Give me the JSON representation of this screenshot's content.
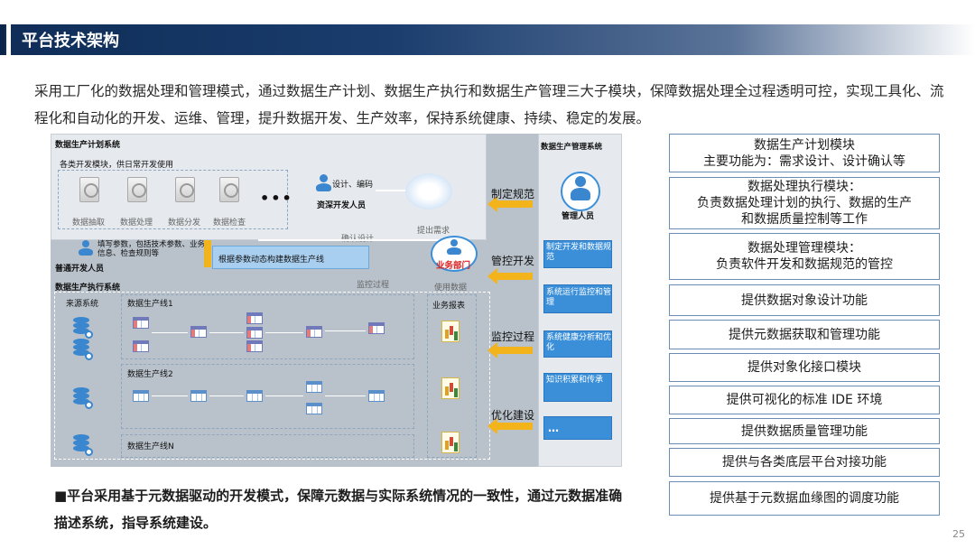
{
  "header": {
    "title": "平台技术架构"
  },
  "intro": "采用工厂化的数据处理和管理模式，通过数据生产计划、数据生产执行和数据生产管理三大子模块，保障数据处理全过程透明可控，实现工具化、流程化和自动化的开发、运维、管理，提升数据开发、生产效率，保持系统健康、持续、稳定的发展。",
  "diagram": {
    "plan_system": "数据生产计划系统",
    "dev_modules_caption": "各类开发模块，供日常开发使用",
    "tools": [
      "数据抽取",
      "数据处理",
      "数据分发",
      "数据检查"
    ],
    "senior_action": "设计、编码",
    "senior_dev": "资深开发人员",
    "propose_req": "提出需求",
    "confirm_design": "确认设计",
    "normal_action": "填写参数，包括技术参数、业务信息、检查规则等",
    "normal_dev": "普通开发人员",
    "build_line": "根据参数动态构建数据生产线",
    "biz_dept": "业务部门",
    "monitor_process": "监控过程",
    "use_data": "使用数据",
    "exec_system": "数据生产执行系统",
    "source_system": "来源系统",
    "lines": [
      "数据生产线1",
      "数据生产线2",
      "数据生产线N"
    ],
    "biz_report": "业务报表",
    "mgmt_system": "数据生产管理系统",
    "mgr_person": "管理人员",
    "mgmt_items": [
      "制定开发和数据规范",
      "系统运行监控和管理",
      "系统健康分析和优化",
      "知识积累和传承",
      "…"
    ],
    "arrows": [
      "制定规范",
      "管控开发",
      "监控过程",
      "优化建设"
    ]
  },
  "features": [
    "数据生产计划模块\n主要功能为：需求设计、设计确认等",
    "数据处理执行模块：\n负责数据处理计划的执行、数据的生产\n和数据质量控制等工作",
    "数据处理管理模块：\n负责软件开发和数据规范的管控",
    "提供数据对象设计功能",
    "提供元数据获取和管理功能",
    "提供对象化接口模块",
    "提供可视化的标准 IDE 环境",
    "提供数据质量管理功能",
    "提供与各类底层平台对接功能",
    "提供基于元数据血缘图的调度功能"
  ],
  "footer_note": "■平台采用基于元数据驱动的开发模式，保障元数据与实际系统情况的一致性，通过元数据准确描述系统，指导系统建设。",
  "page_number": "25",
  "colors": {
    "title_bar": "#1a3d6e",
    "accent_blue": "#3b8fd8",
    "arrow_yellow": "#f3b31b",
    "panel_gray": "#b9c2cb"
  }
}
